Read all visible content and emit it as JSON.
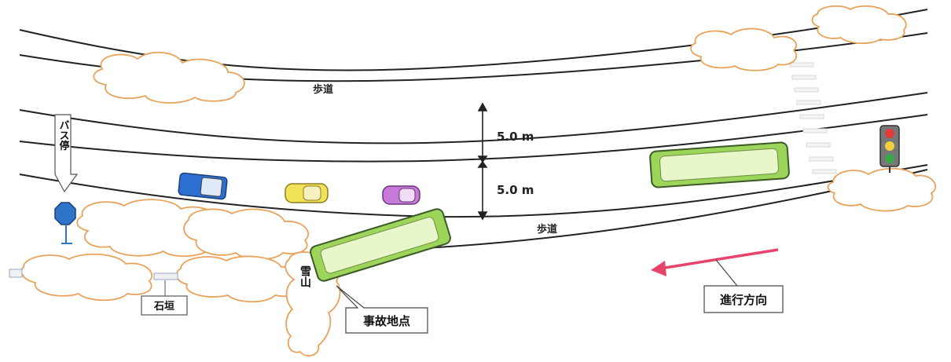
{
  "labels": {
    "sidewalk_top": "歩道",
    "sidewalk_bottom": "歩道",
    "lane_width_upper": "5.0 m",
    "lane_width_lower": "5.0 m",
    "bus_stop": "バス停",
    "stone_wall": "石垣",
    "snow_pile": "雪山",
    "accident_site": "事故地点",
    "direction": "進行方向"
  },
  "colors": {
    "road_line": "#222222",
    "snow_outline": "#e8a35a",
    "bus_green": "#9dd45a",
    "bus_stop_blue": "#2f74c9",
    "direction_arrow": "#e8436a",
    "car_blue": "#2d6fd0",
    "car_yellow": "#f2e25a",
    "car_purple": "#c77ad9",
    "traffic_red": "#e23b3b",
    "traffic_yellow": "#f4d03f",
    "traffic_green": "#3aa84a"
  },
  "icons": [
    "bus-stop-sign-icon",
    "traffic-light-icon",
    "direction-arrow-icon",
    "bus-icon",
    "car-icon"
  ]
}
